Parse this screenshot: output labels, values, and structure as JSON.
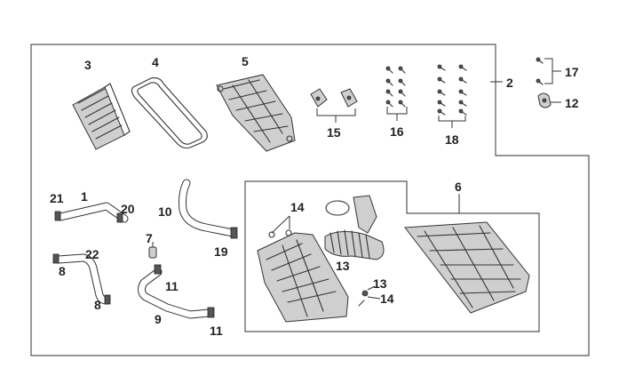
{
  "callouts": {
    "c1": "1",
    "c2": "2",
    "c3": "3",
    "c4": "4",
    "c5": "5",
    "c6": "6",
    "c7": "7",
    "c8a": "8",
    "c8b": "8",
    "c9": "9",
    "c10": "10",
    "c11a": "11",
    "c11b": "11",
    "c12": "12",
    "c13a": "13",
    "c13b": "13",
    "c14a": "14",
    "c14b": "14",
    "c15": "15",
    "c16": "16",
    "c17": "17",
    "c18": "18",
    "c19": "19",
    "c20": "20",
    "c21": "21",
    "c22": "22"
  }
}
